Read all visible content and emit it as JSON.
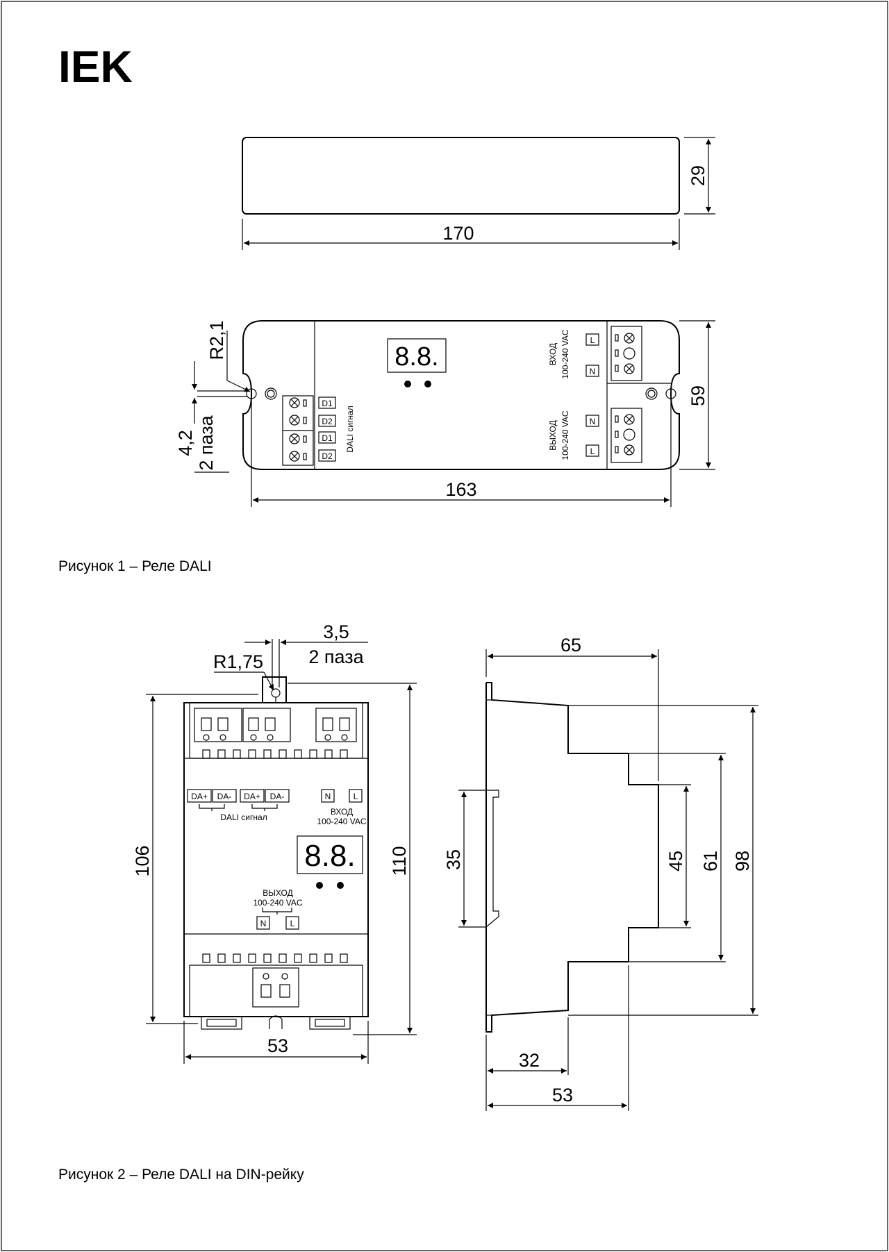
{
  "logo": "IEK",
  "fig1": {
    "caption": "Рисунок 1 – Реле DALI",
    "dims": {
      "length": "170",
      "height": "29",
      "holes_span": "163",
      "width": "59",
      "radius": "R2,1",
      "slot": "4,2",
      "slot_count": "2 паза"
    },
    "labels": {
      "d1": "D1",
      "d2": "D2",
      "dali": "DALI сигнал",
      "vhod": "ВХОД",
      "vhod_v": "100-240 VAC",
      "vyhod": "ВЫХОД",
      "vyhod_v": "100-240 VAC",
      "l": "L",
      "n": "N"
    }
  },
  "fig2": {
    "caption": "Рисунок 2 – Реле DALI на DIN-рейку",
    "dims": {
      "slot_w": "3,5",
      "slot_count": "2 паза",
      "radius": "R1,75",
      "h106": "106",
      "h110": "110",
      "w53": "53",
      "depth65": "65",
      "d35": "35",
      "d45": "45",
      "d61": "61",
      "d98": "98",
      "d32": "32",
      "d53": "53"
    },
    "labels": {
      "da_plus": "DA+",
      "da_minus": "DA-",
      "dali": "DALI сигнал",
      "vhod": "ВХОД",
      "vhod_v": "100-240 VAC",
      "vyhod": "ВЫХОД",
      "vyhod_v": "100-240 VAC",
      "n": "N",
      "l": "L"
    }
  }
}
